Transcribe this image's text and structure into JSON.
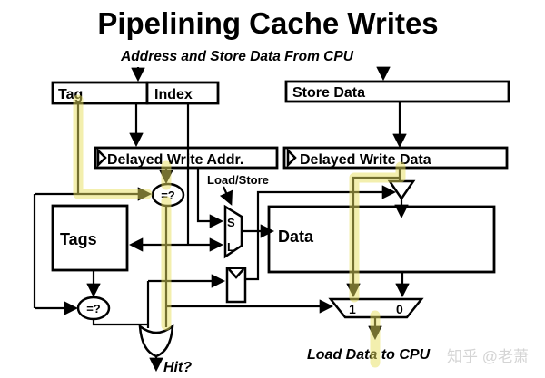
{
  "title": "Pipelining Cache Writes",
  "subtitle": "Address and Store Data From CPU",
  "boxes": {
    "tag": "Tag",
    "index": "Index",
    "store_data": "Store Data",
    "delayed_write_addr": "Delayed Write Addr.",
    "delayed_write_data": "Delayed Write Data",
    "tags_array": "Tags",
    "data_array": "Data"
  },
  "labels": {
    "load_store": "Load/Store",
    "mux_store_input": "S",
    "mux_load_input": "L",
    "comparator": "=?",
    "bypass_mux_one": "1",
    "bypass_mux_zero": "0",
    "hit": "Hit?",
    "load_data_to_cpu": "Load Data to CPU"
  },
  "watermark": "知乎 @老萧",
  "colors": {
    "background": "#ffffff",
    "line": "#000000",
    "highlight": "#e8df5e",
    "watermark": "#d4d4d4"
  }
}
